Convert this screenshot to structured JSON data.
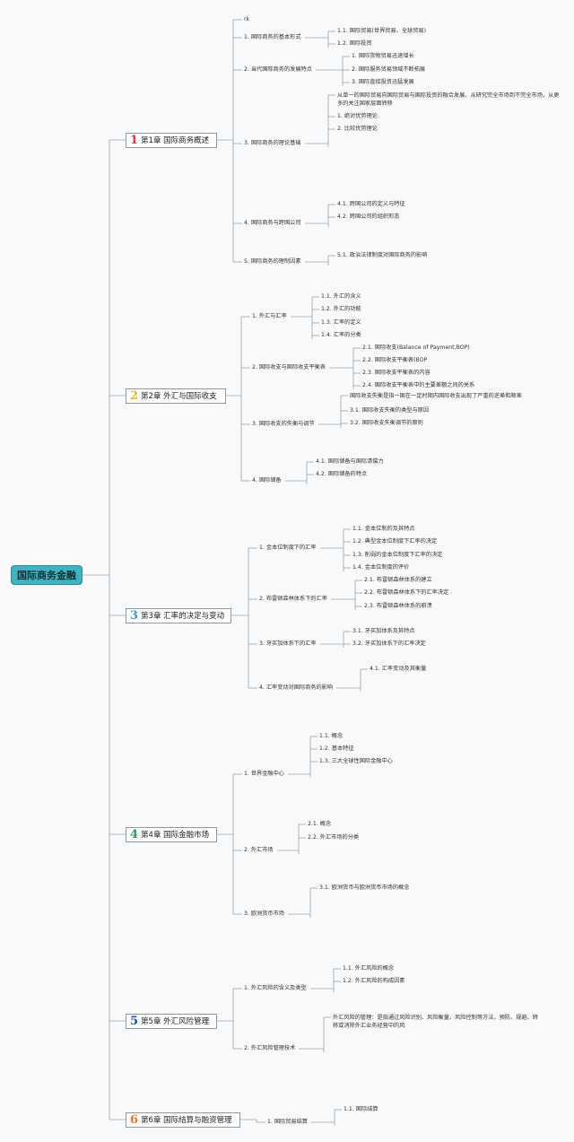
{
  "root": {
    "label": "国际商务金融"
  },
  "chapters": [
    {
      "num": "1",
      "label": "第1章 国际商务概述",
      "color": "#d9364a",
      "sections": [
        {
          "label": "rk",
          "children": []
        },
        {
          "label": "1. 国际商务的基本形式",
          "children": [
            {
              "label": "1.1. 国际贸易(世界贸易、全球贸易)"
            },
            {
              "label": "1.2. 国际投资"
            }
          ]
        },
        {
          "label": "2. 当代国际商务的发展特点",
          "children": [
            {
              "label": "1. 国际货物贸易迅速增长"
            },
            {
              "label": "2. 国际服务贸易领域不断拓展"
            },
            {
              "label": "3. 国际直接投资迅猛发展"
            }
          ]
        },
        {
          "label": "3. 国际商务的理论基础",
          "children": [
            {
              "label": "从单一的国际贸易向国际贸易与国际投资的融合发展，从研究完全市场到不完全市场，从更多的关注国家层面转移"
            },
            {
              "label": "1. 绝对优势理论"
            },
            {
              "label": "2. 比较优势理论"
            }
          ]
        },
        {
          "label": "4. 国际商务与跨国公司",
          "children": [
            {
              "label": "4.1. 跨国公司的定义与特征"
            },
            {
              "label": "4.2. 跨国公司的组织形态"
            }
          ]
        },
        {
          "label": "5. 国际商务的理制因素",
          "children": [
            {
              "label": "5.1. 政治法律制度对国际商务的影响"
            }
          ]
        }
      ]
    },
    {
      "num": "2",
      "label": "第2章 外汇与国际收支",
      "color": "#e8b923",
      "sections": [
        {
          "label": "1. 外汇与汇率",
          "children": [
            {
              "label": "1.1. 外汇的含义"
            },
            {
              "label": "1.2. 外汇的功能"
            },
            {
              "label": "1.3. 汇率的定义"
            },
            {
              "label": "1.4. 汇率的分类"
            }
          ]
        },
        {
          "label": "2. 国际收支与国际收支平衡表",
          "children": [
            {
              "label": "2.1. 国际收支(Balance of Payment,BOP)"
            },
            {
              "label": "2.2. 国际收支平衡表(BOP"
            },
            {
              "label": "2.3. 国际收支平衡表的内容"
            },
            {
              "label": "2.4. 国际收支平衡表中的主要差额之间的关系"
            }
          ]
        },
        {
          "label": "3. 国际收支的失衡与调节",
          "children": [
            {
              "label": "国际收支失衡是指一国在一定时期内国际收支出现了严重的逆差和顺差"
            },
            {
              "label": "3.1. 国际收支失衡的类型与原因"
            },
            {
              "label": "3.2. 国际收支失衡调节的原则"
            }
          ]
        },
        {
          "label": "4. 国际储备",
          "children": [
            {
              "label": "4.1. 国际储备与国际清偿力"
            },
            {
              "label": "4.2. 国际储备的特点"
            }
          ]
        }
      ]
    },
    {
      "num": "3",
      "label": "第3章 汇率的决定与变动",
      "color": "#3a9ad9",
      "sections": [
        {
          "label": "1. 金本位制度下的汇率",
          "children": [
            {
              "label": "1.1. 金本位制的及其特点"
            },
            {
              "label": "1.2. 典型金本位制度下汇率的决定"
            },
            {
              "label": "1.3. 削弱的金本位制度下汇率的决定"
            },
            {
              "label": "1.4. 金本位制度的评价"
            }
          ]
        },
        {
          "label": "2. 布雷顿森林体系下的汇率",
          "children": [
            {
              "label": "2.1. 布雷顿森林体系的建立"
            },
            {
              "label": "2.2. 布雷顿森林体系下的汇率决定"
            },
            {
              "label": "2.3. 布雷顿森林体系的崩溃"
            }
          ]
        },
        {
          "label": "3. 牙买加体系下的汇率",
          "children": [
            {
              "label": "3.1. 牙买加体系及其特点"
            },
            {
              "label": "3.2. 牙买加体系下的汇率决定"
            }
          ]
        },
        {
          "label": "4. 汇率变动对国际商务的影响",
          "children": [
            {
              "label": "4.1. 汇率变动及其衡量"
            }
          ]
        }
      ]
    },
    {
      "num": "4",
      "label": "第4章 国际金融市场",
      "color": "#2e9e4f",
      "sections": [
        {
          "label": "1. 世界金融中心",
          "children": [
            {
              "label": "1.1. 概念"
            },
            {
              "label": "1.2. 基本特征"
            },
            {
              "label": "1.3. 三大全球性国际金融中心"
            }
          ]
        },
        {
          "label": "2. 外汇市场",
          "children": [
            {
              "label": "2.1. 概念"
            },
            {
              "label": "2.2. 外汇市场的分类"
            }
          ]
        },
        {
          "label": "3. 欧洲货币市场",
          "children": [
            {
              "label": "3.1. 欧洲货币与欧洲货币市场的概念"
            }
          ]
        }
      ]
    },
    {
      "num": "5",
      "label": "第5章 外汇风险管理",
      "color": "#2b4fa8",
      "sections": [
        {
          "label": "1. 外汇风险的含义及类型",
          "children": [
            {
              "label": "1.1. 外汇风险的概念"
            },
            {
              "label": "1.2. 外汇风险的构成因素"
            }
          ]
        },
        {
          "label": "2. 外汇风险管理技术",
          "children": [
            {
              "label": "外汇风险的管理：是指通过风险识别、风险衡量、风险控制等方法，预防、规避、转移或消除外汇业务经营中的风"
            }
          ]
        }
      ]
    },
    {
      "num": "6",
      "label": "第6章 国际结算与融资管理",
      "color": "#e8772e",
      "sections": [
        {
          "label": "1. 国际贸易结算",
          "children": [
            {
              "label": "1.1. 国际结算"
            }
          ]
        }
      ]
    }
  ]
}
